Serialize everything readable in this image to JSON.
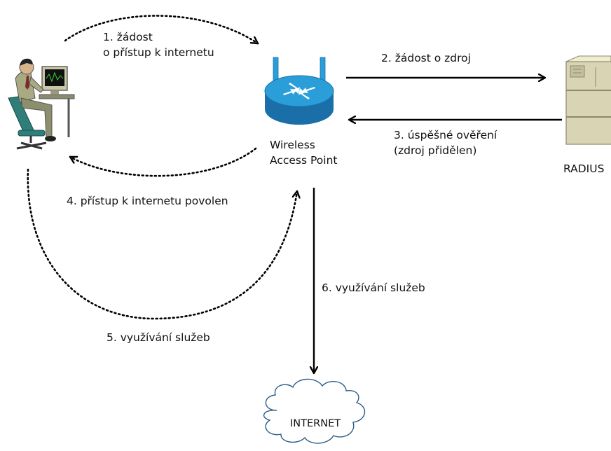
{
  "nodes": {
    "access_point": {
      "line1": "Wireless",
      "line2": "Access Point"
    },
    "radius_server": {
      "label": "RADIUS"
    },
    "internet": {
      "label": "INTERNET"
    }
  },
  "steps": {
    "step1": {
      "line1": "1. žádost",
      "line2": "o přístup k internetu"
    },
    "step2": {
      "label": "2. žádost o zdroj"
    },
    "step3": {
      "line1": "3. úspěšné ověření",
      "line2": "(zdroj přidělen)"
    },
    "step4": {
      "label": "4. přístup k internetu povolen"
    },
    "step5": {
      "label": "5. využívání služeb"
    },
    "step6": {
      "label": "6. využívání služeb"
    }
  },
  "colors": {
    "router_blue": "#2a9ed9",
    "router_dark": "#1a6fa8",
    "server_body": "#d9d4b4",
    "server_dark": "#8c8a6e",
    "user_suit": "#a9aa84",
    "chair": "#2f7e7a",
    "arrow": "#000000"
  }
}
